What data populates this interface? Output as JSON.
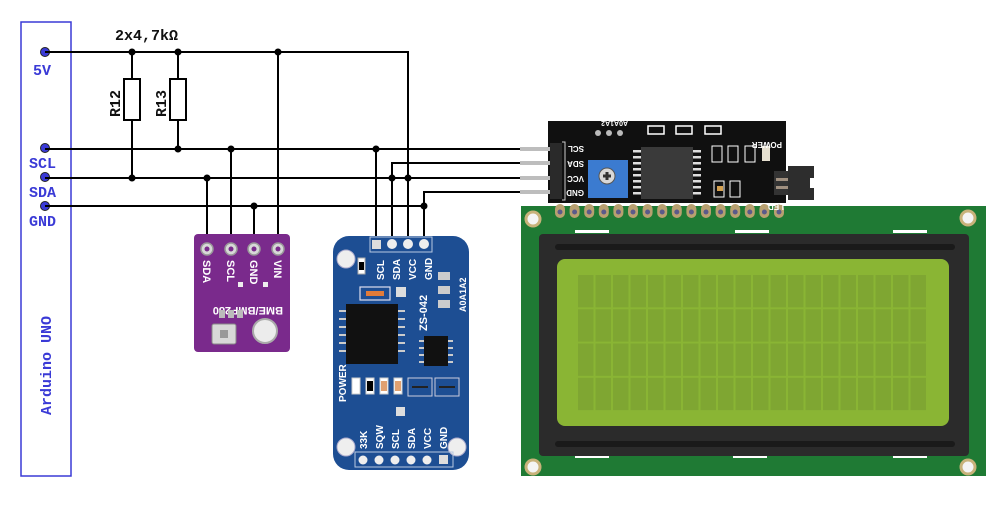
{
  "arduino": {
    "title": "Arduino UNO",
    "pins": [
      {
        "label": "5V"
      },
      {
        "label": "SCL"
      },
      {
        "label": "SDA"
      },
      {
        "label": "GND"
      }
    ]
  },
  "resistors": {
    "value_label": "2x4,7kΩ",
    "items": [
      {
        "label": "R12"
      },
      {
        "label": "R13"
      }
    ]
  },
  "bme280": {
    "name": "BME/BMP280",
    "pins": [
      "SDA",
      "SCL",
      "GND",
      "VIN"
    ]
  },
  "rtc": {
    "name": "ZS-042",
    "top_pins": [
      "SCL",
      "SDA",
      "VCC",
      "GND"
    ],
    "address_label": "A0A1A2",
    "power_label": "POWER",
    "bottom_pins": [
      "33K",
      "SQW",
      "SCL",
      "SDA",
      "VCC",
      "GND"
    ]
  },
  "i2c_backpack": {
    "pins": [
      "SCL",
      "SDA",
      "VCC",
      "GND"
    ],
    "address_label": "A0A1A2",
    "power_label": "POWER",
    "led_label": "LED"
  },
  "lcd": {
    "rows": 4,
    "cols": 20,
    "pin_count": 16,
    "colors": {
      "pcb": "#1f7a34",
      "bezel": "#2b2b2b",
      "screen": "#8ab534"
    }
  },
  "colors": {
    "schematic_blue": "#3a3ad6",
    "bme_purple": "#7a2a8c",
    "rtc_blue": "#1d4e93",
    "backpack_black": "#101010",
    "pot_blue": "#3b7bd0"
  }
}
